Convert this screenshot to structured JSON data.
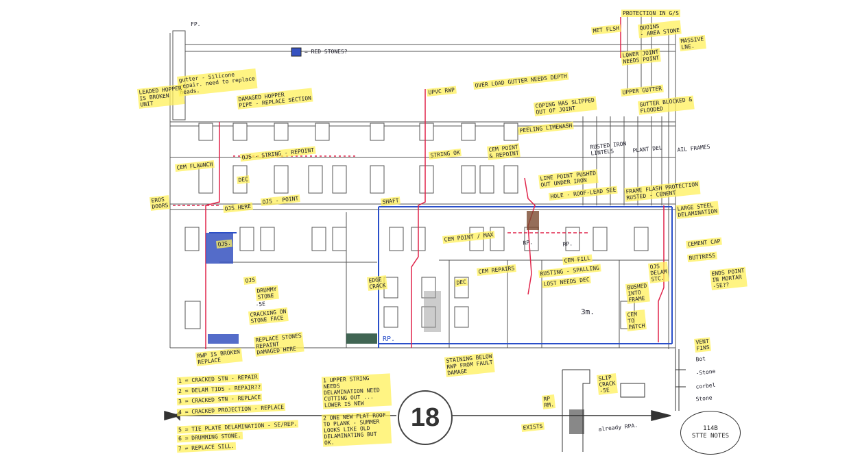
{
  "sheet_number": "18",
  "stamp": "114B\nSTTE NOTES",
  "legend_key": "= RED STONES?",
  "notes": [
    {
      "id": "n1",
      "text": "FP."
    },
    {
      "id": "n2",
      "text": "PROTECTION IN G/S"
    },
    {
      "id": "n3",
      "text": "MET FLSH"
    },
    {
      "id": "n4",
      "text": "QUOINS\n- AREA STONE"
    },
    {
      "id": "n5",
      "text": "LOWER JOINT\nNEEDS POINT"
    },
    {
      "id": "n6",
      "text": "MASSIVE\nLNE."
    },
    {
      "id": "n7",
      "text": "gutter - Silicone\nrepair. need to replace\nheads."
    },
    {
      "id": "n8",
      "text": "LEADED HOPPER\nIS BROKEN\nUNIT"
    },
    {
      "id": "n9",
      "text": "DAMAGED HOPPER\nPIPE - REPLACE SECTION"
    },
    {
      "id": "n10",
      "text": "UPVC RWP"
    },
    {
      "id": "n11",
      "text": "OVER LOAD GUTTER NEEDS DEPTH"
    },
    {
      "id": "n12",
      "text": "COPING HAS SLIPPED\nOUT OF JOINT"
    },
    {
      "id": "n13",
      "text": "UPPER GUTTER"
    },
    {
      "id": "n14",
      "text": "GUTTER BLOCKED &\nFLOODED"
    },
    {
      "id": "n15",
      "text": "PEELING LIMEWASH"
    },
    {
      "id": "n16",
      "text": "RUSTED IRON\nLINTELS"
    },
    {
      "id": "n17",
      "text": "PLANT DEL"
    },
    {
      "id": "n18",
      "text": "AIL FRAMES"
    },
    {
      "id": "n19",
      "text": "STRING OK"
    },
    {
      "id": "n20",
      "text": "CEM POINT\n& REPOINT"
    },
    {
      "id": "n21",
      "text": "OJS - STRING - REPOINT"
    },
    {
      "id": "n22",
      "text": "DEC"
    },
    {
      "id": "n23",
      "text": "CEM FLAUNCH"
    },
    {
      "id": "n24",
      "text": "LIME POINT PUSHED\nOUT UNDER IRON"
    },
    {
      "id": "n25",
      "text": "HOLE - ROOF-LEAD SEE"
    },
    {
      "id": "n26",
      "text": "FRAME FLASH PROTECTION\nRUSTED - CEMENT"
    },
    {
      "id": "n27",
      "text": "LARGE STEEL\nDELAMINATION"
    },
    {
      "id": "n28",
      "text": "OJS - POINT"
    },
    {
      "id": "n29",
      "text": "OJS HERE"
    },
    {
      "id": "n30",
      "text": "EROS\nDOORS"
    },
    {
      "id": "n31",
      "text": "SHAFT"
    },
    {
      "id": "n32",
      "text": "CEMENT CAP"
    },
    {
      "id": "n33",
      "text": "BUTTRESS"
    },
    {
      "id": "n34",
      "text": "ENDS POINT\nIN MORTAR\n-5E??"
    },
    {
      "id": "n35",
      "text": "RP."
    },
    {
      "id": "n36",
      "text": "RP."
    },
    {
      "id": "n37",
      "text": "CEM FILL"
    },
    {
      "id": "n38",
      "text": "OJS\nDELAM\nSTC."
    },
    {
      "id": "n39",
      "text": "CEM POINT / MAX"
    },
    {
      "id": "n40",
      "text": "OJS"
    },
    {
      "id": "n41",
      "text": "CEM REPAIRS"
    },
    {
      "id": "n42",
      "text": "EDGE\nCRACK"
    },
    {
      "id": "n43",
      "text": "RUSTING - SPALLING"
    },
    {
      "id": "n44",
      "text": "LOST NEEDS DEC"
    },
    {
      "id": "n45",
      "text": "DEC"
    },
    {
      "id": "n46",
      "text": "3m."
    },
    {
      "id": "n47",
      "text": "CEM\nTO\nPATCH"
    },
    {
      "id": "n48",
      "text": "BUSHED\nINTO\nFRAME"
    },
    {
      "id": "n49",
      "text": "OJS."
    },
    {
      "id": "n50",
      "text": "CRACKING ON\nSTONE FACE"
    },
    {
      "id": "n51",
      "text": "DRUMMY\nSTONE"
    },
    {
      "id": "n52",
      "text": "-5E"
    },
    {
      "id": "n53",
      "text": "REPLACE STONES\nREPAINT\nDAMAGED HERE"
    },
    {
      "id": "n54",
      "text": "RP."
    },
    {
      "id": "n55",
      "text": "RWP IS BROKEN\nREPLACE"
    },
    {
      "id": "n56",
      "text": "STAINING BELOW\nRWP FROM FAULT\nDAMAGE"
    },
    {
      "id": "n57",
      "text": "VENT\nFINS"
    },
    {
      "id": "n58",
      "text": "Bot"
    },
    {
      "id": "n59",
      "text": "-Stone"
    },
    {
      "id": "n60",
      "text": "corbel"
    },
    {
      "id": "n61",
      "text": "Stone"
    },
    {
      "id": "n62",
      "text": "SLIP\nCRACK\n-5E"
    },
    {
      "id": "n63",
      "text": "RP\nRM."
    },
    {
      "id": "n64",
      "text": "already RPA."
    },
    {
      "id": "n65",
      "text": "EXISTS"
    }
  ],
  "legend_left": [
    "1 = CRACKED STN - REPAIR",
    "2 = DELAM TIDS - REPAIR??",
    "3 = CRACKED STN - REPLACE",
    "4 = CRACKED PROJECTION - REPLACE"
  ],
  "legend_left_lower": [
    "5 = TIE PLATE DELAMINATION - SE/REP.",
    "6 = DRUMMING STONE.",
    "7 = REPLACE SILL."
  ],
  "legend_mid": [
    "1 UPPER STRING NEEDS\nDELAMINATION NEED\nCUTTING OUT ...\nLOWER IS NEW",
    "2 ONE NEW FLAT ROOF\nTO PLANK - SUMMER\nLOOKS LIKE OLD\nDELAMINATING BUT\nOK."
  ]
}
